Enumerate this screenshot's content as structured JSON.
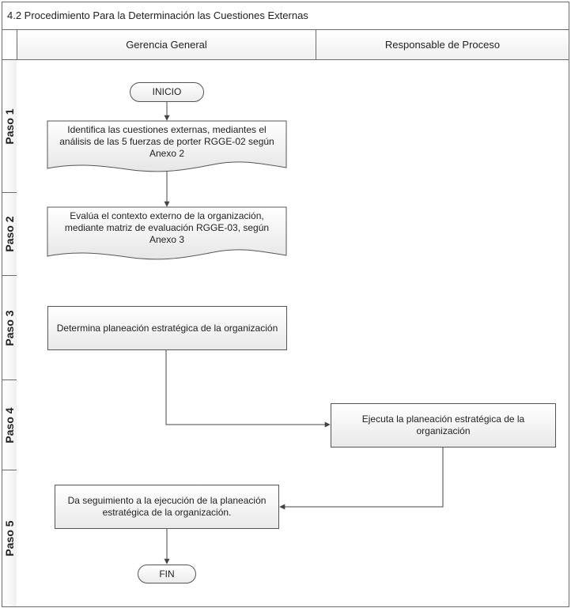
{
  "title": "4.2 Procedimiento Para la Determinación las Cuestiones Externas",
  "lanes": [
    "Gerencia General",
    "Responsable de Proceso"
  ],
  "steps": [
    "Paso 1",
    "Paso 2",
    "Paso 3",
    "Paso 4",
    "Paso 5"
  ],
  "nodes": {
    "start": "INICIO",
    "identify": "Identifica las cuestiones externas, mediantes el análisis de las 5 fuerzas de porter RGGE-02 según Anexo 2",
    "evaluate": "Evalúa el contexto externo de la organización, mediante matriz de evaluación RGGE-03, según Anexo 3",
    "plan": "Determina planeación estratégica de la organización",
    "execute": "Ejecuta la planeación estratégica de la organización",
    "follow": "Da seguimiento a la ejecución de la planeación estratégica de la organización.",
    "end": "FIN"
  },
  "colors": {
    "border": "#6b6b6b",
    "arrow": "#444444",
    "fill_top": "#ffffff",
    "fill_bottom": "#e9e9e9"
  }
}
